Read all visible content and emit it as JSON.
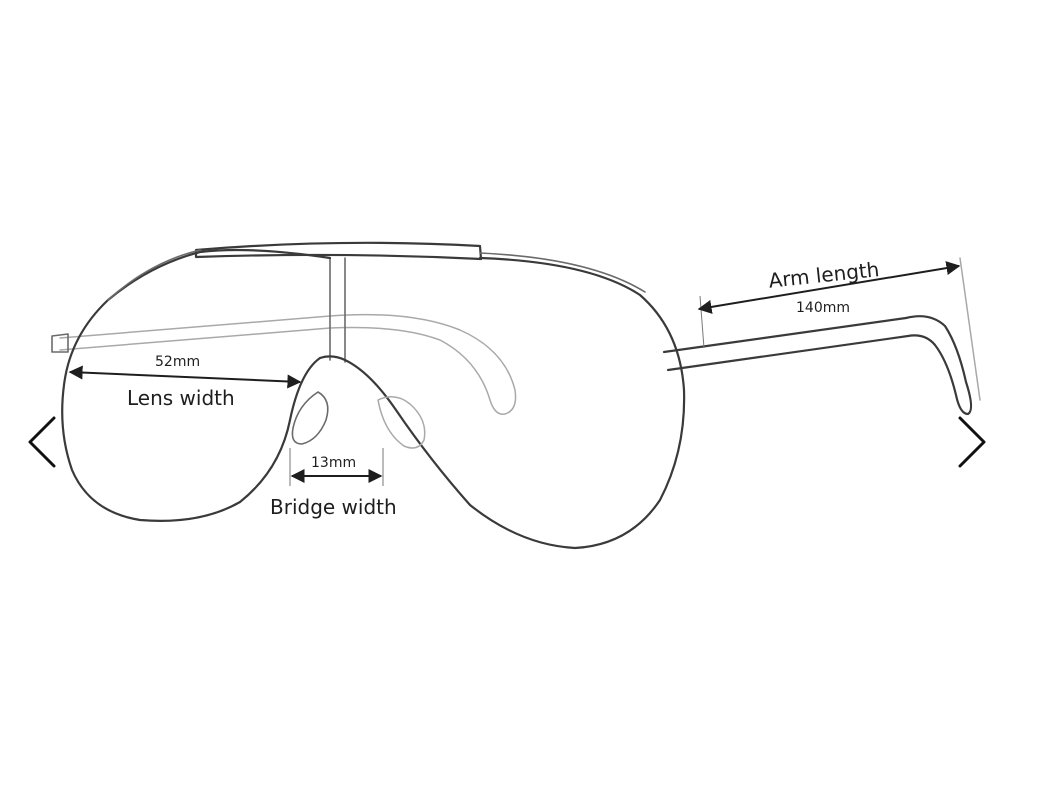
{
  "diagram": {
    "lens_width": {
      "label": "Lens width",
      "value": "52mm"
    },
    "bridge_width": {
      "label": "Bridge width",
      "value": "13mm"
    },
    "arm_length": {
      "label": "Arm length",
      "value": "140mm"
    }
  },
  "navigation": {
    "prev_icon": "chevron-left-icon",
    "next_icon": "chevron-right-icon"
  },
  "colors": {
    "line": "#3a3a3a",
    "text": "#1e1e1e",
    "background": "#ffffff"
  }
}
